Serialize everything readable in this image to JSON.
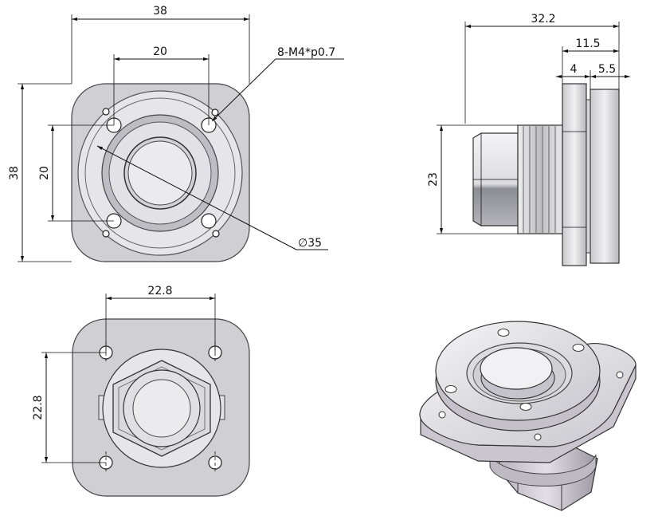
{
  "views": {
    "front": {
      "width_label": "38",
      "height_label": "38",
      "hole_spacing_x_label": "20",
      "hole_spacing_y_label": "20",
      "thread_label": "8-M4*p0.7",
      "diameter_label": "∅35"
    },
    "side": {
      "overall_length_label": "32.2",
      "flange_length_label": "11.5",
      "step_a_label": "4",
      "step_b_label": "5.5",
      "body_height_label": "23"
    },
    "rear": {
      "hole_spacing_x_label": "22.8",
      "hole_spacing_y_label": "22.8"
    }
  },
  "colors": {
    "part_fill_light": "#e9e9ec",
    "part_fill_mid": "#cfcfd4",
    "part_fill_dark": "#a6a6ad",
    "ring_fill": "#d9d9de",
    "line": "#111111"
  }
}
